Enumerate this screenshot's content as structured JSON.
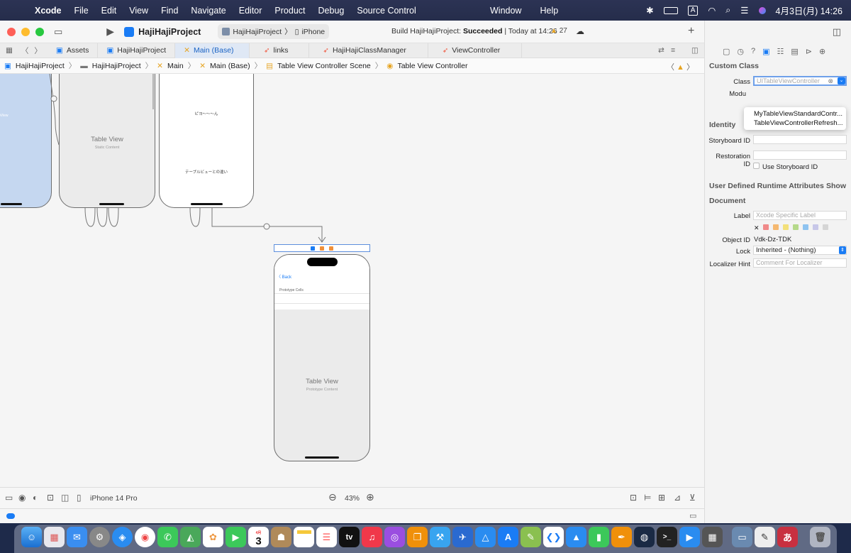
{
  "menubar": {
    "app": "Xcode",
    "items": [
      "File",
      "Edit",
      "View",
      "Find",
      "Navigate",
      "Editor",
      "Product",
      "Debug",
      "Source Control"
    ],
    "middle": [
      "Window",
      "Help"
    ],
    "input_mode": "A",
    "date_time": "4月3日(月)  14:26"
  },
  "toolbar": {
    "project_name": "HajiHajiProject",
    "scheme": "HajiHajiProject",
    "destination": "iPhone",
    "build_prefix": "Build HajiHajiProject: ",
    "build_result": "Succeeded",
    "build_time": " | Today at 14:26",
    "warning_count": "27"
  },
  "tabs": [
    {
      "label": "Assets",
      "icon": "asset-icon"
    },
    {
      "label": "HajiHajiProject",
      "icon": "project-icon"
    },
    {
      "label": "Main (Base)",
      "icon": "storyboard-icon"
    },
    {
      "label": "links",
      "icon": "swift-icon"
    },
    {
      "label": "HajiHajiClassManager",
      "icon": "swift-icon"
    },
    {
      "label": "ViewController",
      "icon": "swift-icon"
    }
  ],
  "breadcrumb": [
    "HajiHajiProject",
    "HajiHajiProject",
    "Main",
    "Main (Base)",
    "Table View Controller Scene",
    "Table View Controller"
  ],
  "canvas": {
    "scene1": {
      "title": "Table View",
      "subtitle": "Static Content"
    },
    "scene2": {
      "text1": "ピヨ〜〜〜ん",
      "text2": "テーブルビューとの違い"
    },
    "scene3": {
      "back": "Back",
      "header": "Prototype Cells",
      "title": "Table View",
      "subtitle": "Prototype Content"
    },
    "left_scene_text": "mapView"
  },
  "bottombar": {
    "device": "iPhone 14 Pro",
    "zoom": "43%"
  },
  "inspector": {
    "custom_class_title": "Custom Class",
    "class_label": "Class",
    "class_placeholder": "UITableViewController",
    "module_label": "Modu",
    "suggestions": [
      "MyTableViewStandardContr...",
      "TableViewControllerRefresh..."
    ],
    "identity_title": "Identity",
    "storyboard_id_label": "Storyboard ID",
    "restoration_id_label": "Restoration ID",
    "use_storyboard_id": "Use Storyboard ID",
    "udra_title": "User Defined Runtime Attributes",
    "show": "Show",
    "document_title": "Document",
    "label_label": "Label",
    "label_placeholder": "Xcode Specific Label",
    "object_id_label": "Object ID",
    "object_id": "Vdk-Dz-TDK",
    "lock_label": "Lock",
    "lock_value": "Inherited - (Nothing)",
    "localizer_label": "Localizer Hint",
    "localizer_placeholder": "Comment For Localizer",
    "label_colors": [
      "#f08a8a",
      "#f5b870",
      "#f3e07a",
      "#b5d98a",
      "#8ec3f0",
      "#c7c7e8",
      "#d5d5d5"
    ]
  },
  "dock": {
    "calendar_day": "3",
    "calendar_month": "4月",
    "tv_label": "tv"
  }
}
